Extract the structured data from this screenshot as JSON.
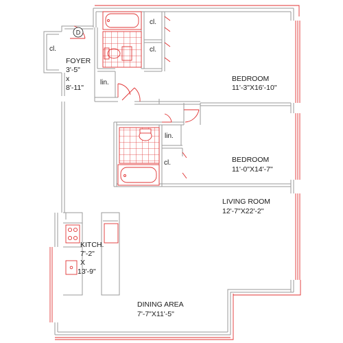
{
  "colors": {
    "wall": "#9a9a9a",
    "accent": "#e03030",
    "text": "#1a1a1a"
  },
  "rooms": {
    "foyer": {
      "name": "FOYER",
      "dim1": "3'-5\"",
      "by": "x",
      "dim2": "8'-11\""
    },
    "bedroom1": {
      "name": "BEDROOM",
      "dims": "11'-3\"X16'-10\""
    },
    "bedroom2": {
      "name": "BEDROOM",
      "dims": "11'-0\"X14'-7\""
    },
    "living": {
      "name": "LIVING ROOM",
      "dims": "12'-7\"X22'-2\""
    },
    "kitchen": {
      "name": "KITCH.",
      "dim1": "7'-2\"",
      "by": "X",
      "dim2": "13'-9\""
    },
    "dining": {
      "name": "DINING AREA",
      "dims": "7'-7\"X11'-5\""
    }
  },
  "closets": {
    "foyer_cl": "cl.",
    "bath1_cl_a": "cl.",
    "bath1_cl_b": "cl.",
    "linen1": "lin.",
    "linen2": "lin.",
    "bed2_cl": "cl."
  },
  "symbols": {
    "dryer": "D"
  }
}
